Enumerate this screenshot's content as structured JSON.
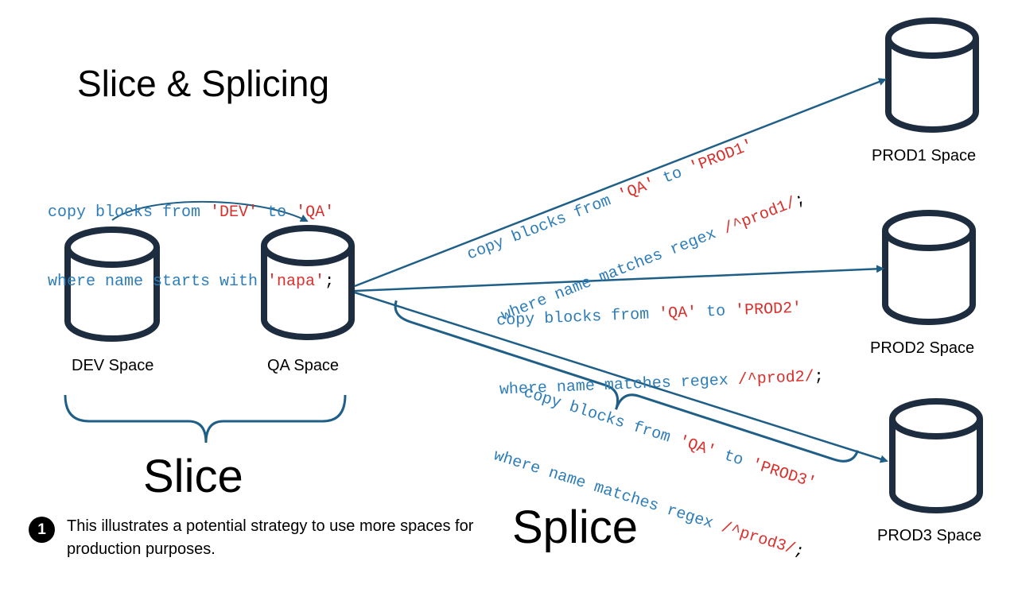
{
  "title": "Slice & Splicing",
  "slice_label": "Slice",
  "splice_label": "Splice",
  "spaces": {
    "dev": "DEV Space",
    "qa": "QA Space",
    "prod1": "PROD1 Space",
    "prod2": "PROD2 Space",
    "prod3": "PROD3 Space"
  },
  "copy_commands": {
    "dev_to_qa": {
      "line1_prefix": "copy blocks from ",
      "source": "'DEV'",
      "to": " to ",
      "target": "'QA'",
      "line2_prefix": "where name starts with ",
      "pattern": "'napa'",
      "terminator": ";"
    },
    "qa_to_prod1": {
      "line1_prefix": "copy blocks from ",
      "source": "'QA'",
      "to": " to ",
      "target": "'PROD1'",
      "line2_prefix": "where name matches regex ",
      "pattern": "/^prod1/",
      "terminator": ";"
    },
    "qa_to_prod2": {
      "line1_prefix": "copy blocks from ",
      "source": "'QA'",
      "to": " to ",
      "target": "'PROD2'",
      "line2_prefix": "where name matches regex ",
      "pattern": "/^prod2/",
      "terminator": ";"
    },
    "qa_to_prod3": {
      "line1_prefix": "copy blocks from ",
      "source": "'QA'",
      "to": " to ",
      "target": "'PROD3'",
      "line2_prefix": "where name matches regex ",
      "pattern": "/^prod3/",
      "terminator": ";"
    }
  },
  "note": {
    "badge": "1",
    "text": "This illustrates a potential strategy to use more spaces for production purposes."
  },
  "colors": {
    "stroke": "#1d2d3f",
    "arrow": "#1f5f87",
    "code": "#2e7db8",
    "string": "#d8302c"
  }
}
